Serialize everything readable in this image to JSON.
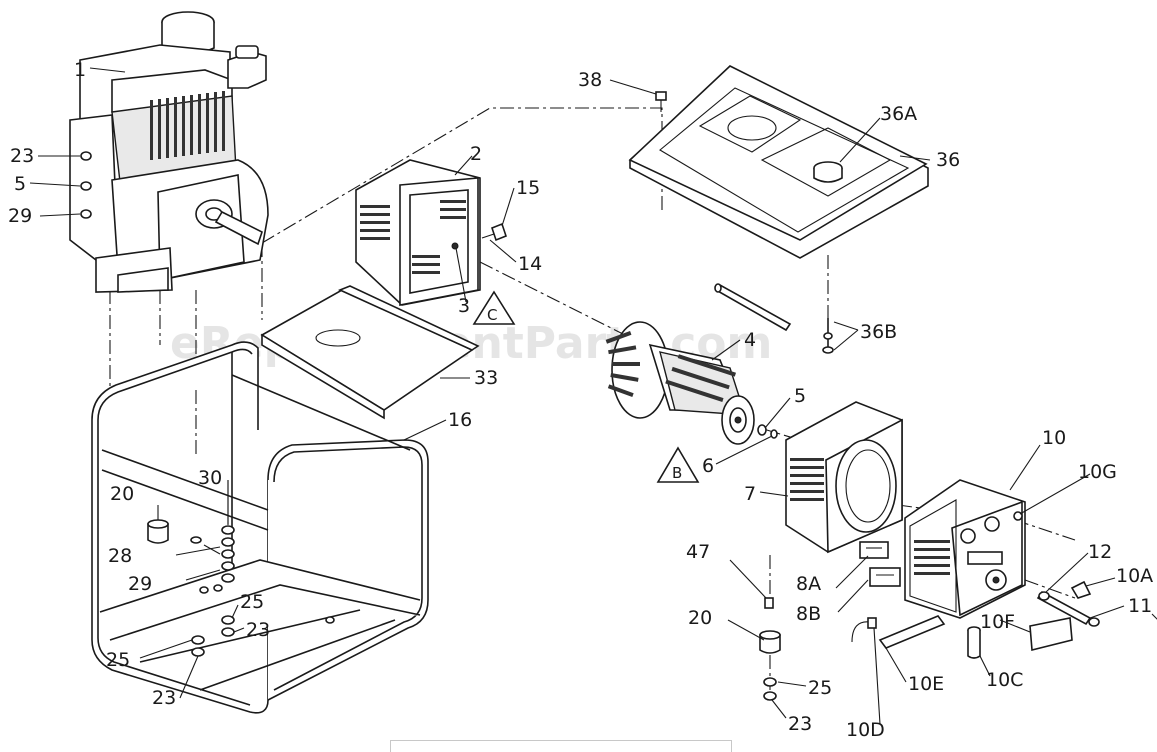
{
  "watermark": "eReplacementParts.com",
  "callouts": {
    "engine": "1",
    "blower_housing": "2",
    "bolt_3": "3",
    "rotor": "4",
    "washer_5_left": "5",
    "washer_5_right": "5",
    "bolt_6": "6",
    "stator_housing": "7",
    "connector_8a": "8A",
    "connector_8b": "8B",
    "control_panel": "10",
    "panel_10a": "10A",
    "panel_10c": "10C",
    "panel_10d": "10D",
    "panel_10e": "10E",
    "panel_10f": "10F",
    "panel_10g": "10G",
    "bolt_11": "11",
    "screw_12": "12",
    "nut_14": "14",
    "bolt_15": "15",
    "frame": "16",
    "mount_20_left": "20",
    "mount_20_right": "20",
    "nut_23_a": "23",
    "nut_23_b": "23",
    "nut_23_c": "23",
    "nut_23_d": "23",
    "washer_25_a": "25",
    "washer_25_b": "25",
    "washer_25_c": "25",
    "bracket_28": "28",
    "washer_29_left": "29",
    "washer_29_mid": "29",
    "bolt_30": "30",
    "base_plate": "33",
    "fuel_tank": "36",
    "fuel_cap": "36A",
    "tank_bolt": "36B",
    "screw_38": "38",
    "stud_47": "47"
  },
  "notes": {
    "note_b": "B",
    "note_c": "C"
  }
}
